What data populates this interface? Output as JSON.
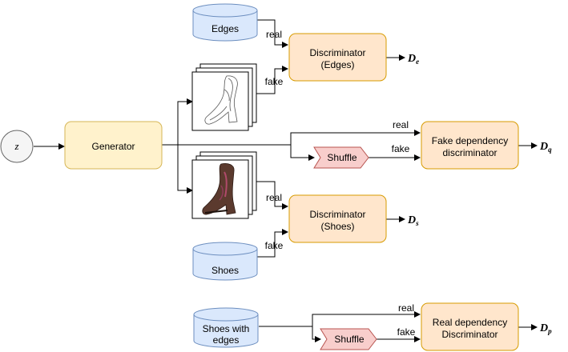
{
  "nodes": {
    "z": "z",
    "generator": "Generator",
    "edges_db": "Edges",
    "shoes_db": "Shoes",
    "shoes_edges_db": [
      "Shoes with",
      "edges"
    ],
    "disc_edges": [
      "Discriminator",
      "(Edges)"
    ],
    "disc_shoes": [
      "Discriminator",
      "(Shoes)"
    ],
    "fake_dep_disc": [
      "Fake dependency",
      "discriminator"
    ],
    "real_dep_disc": [
      "Real dependency",
      "Discriminator"
    ],
    "shuffle_top": "Shuffle",
    "shuffle_bottom": "Shuffle"
  },
  "edge_labels": {
    "edges_real": "real",
    "edges_fake": "fake",
    "fake_dep_real": "real",
    "fake_dep_fake": "fake",
    "shoes_real": "real",
    "shoes_fake": "fake",
    "real_dep_real": "real",
    "real_dep_fake": "fake"
  },
  "outputs": {
    "d_e": {
      "main": "D",
      "sub": "e"
    },
    "d_q": {
      "main": "D",
      "sub": "q"
    },
    "d_s": {
      "main": "D",
      "sub": "s"
    },
    "d_p": {
      "main": "D",
      "sub": "p"
    }
  }
}
